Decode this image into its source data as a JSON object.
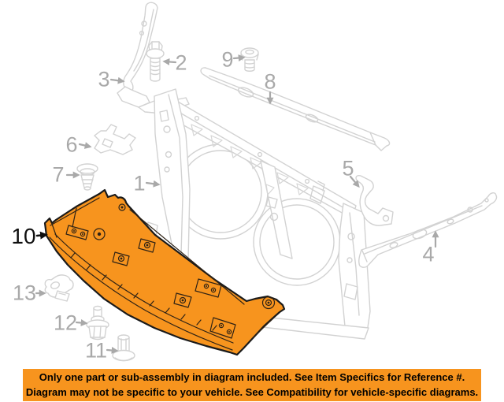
{
  "diagram": {
    "callouts": [
      "1",
      "2",
      "3",
      "4",
      "5",
      "6",
      "7",
      "8",
      "9",
      "10",
      "11",
      "12",
      "13"
    ],
    "highlighted_callout": "10"
  },
  "banner": {
    "line1": "Only one part or sub-assembly in diagram included. See Item Specifics for Reference #.",
    "line2": "Diagram may not be specific to your vehicle. See Compatibility for vehicle-specific diagrams."
  },
  "colors": {
    "highlight_orange": "#F7941E",
    "line_art_gray": "#D2D2D2",
    "callout_gray": "#A9A9A9",
    "callout_highlight": "#0F0F0F",
    "banner_background": "#F7941E",
    "banner_text": "#000000"
  }
}
